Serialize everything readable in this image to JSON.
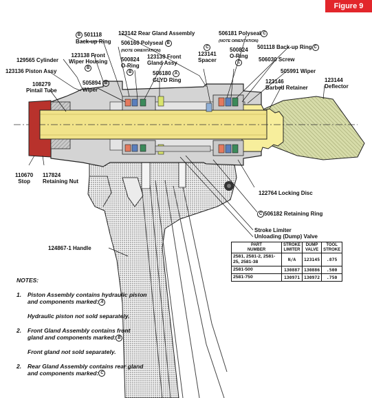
{
  "figure_label": "Figure 9",
  "labels": {
    "l501118a_num": "501118",
    "l501118a_text": "Back-up Ring",
    "l501118a_circle": "B",
    "l129565": "129565 Cylinder",
    "l123136": "123136 Piston Assy",
    "l108279_num": "108279",
    "l108279_text": "Pintail Tube",
    "l123138_num": "123138 Front",
    "l123138_text": "Wiper Housing",
    "l123138_circle": "B",
    "l506160_main": "506160 Polyseal",
    "l506160_sub": "(NOTE ORIENTATION)",
    "l506160_circle": "B",
    "l123142": "123142 Rear Gland Assembly",
    "l123139_num": "123139 Front",
    "l123139_text": "Gland Assy",
    "l500824a_num": "500824",
    "l500824a_text": "O-Ring",
    "l500824a_circle": "B",
    "l505894_num": "505894",
    "l505894_text": "Wiper",
    "l505894_circle": "B",
    "l506180_num": "506180",
    "l506180_circle": "A",
    "l506180_text": "GLYD Ring",
    "l123141_circle": "C",
    "l123141_num": "123141",
    "l123141_text": "Spacer",
    "l506181_main": "506181 Polyseal",
    "l506181_circle": "C",
    "l506181_sub": "(NOTE ORIENTATION)",
    "l500824b_num": "500824",
    "l500824b_text": "O-Ring",
    "l500824b_circle": "C",
    "l501118b": "501118 Back-up Ring",
    "l501118b_circle": "C",
    "l506030": "506030 Screw",
    "l505991": "505991 Wiper",
    "l123146_num": "123146",
    "l123146_text": "Barbed Retainer",
    "l123144_num": "123144",
    "l123144_text": "Deflector",
    "l110670_num": "110670",
    "l110670_text": "Stop",
    "l117824_num": "117824",
    "l117824_text": "Retaining Nut",
    "l122764": "122764 Locking Disc",
    "l506182_circle": "C",
    "l506182": "506182 Retaining Ring",
    "l_stroke_1": "Stroke Limiter",
    "l_stroke_2": "Unloading (Dump) Valve",
    "l124867": "124867-1 Handle"
  },
  "table": {
    "headers": [
      [
        "PART",
        "NUMBER"
      ],
      [
        "STROKE",
        "LIMITER"
      ],
      [
        "DUMP",
        "VALVE"
      ],
      [
        "TOOL",
        "STROKE"
      ]
    ],
    "rows": [
      {
        "part": "2581, 2581-2, 2581-25, 2581-38",
        "limiter": "N/A",
        "valve": "123145",
        "stroke": ".875"
      },
      {
        "part": "2581-500",
        "limiter": "130887",
        "valve": "130886",
        "stroke": ".500"
      },
      {
        "part": "2581-750",
        "limiter": "130971",
        "valve": "130972",
        "stroke": ".750"
      }
    ]
  },
  "notes": {
    "heading": "NOTES:",
    "items": [
      {
        "num": "1.",
        "text": "Piston Assembly contains hydraulic piston and components marked:",
        "circle": "A",
        "sub": "Hydraulic piston not sold separately."
      },
      {
        "num": "2.",
        "text": "Front Gland Assembly contains front gland and components marked:",
        "circle": "B",
        "sub": "Front gland not sold separately."
      },
      {
        "num": "2.",
        "text": "Rear Gland Assembly contains rear gland and components marked:",
        "circle": "C",
        "sub": ""
      }
    ]
  },
  "colors": {
    "accent_red": "#e2262b",
    "nut_red": "#b8322c",
    "tube_yellow": "#f1e38a",
    "retainer_yellow": "#f7ee9c",
    "body_gray": "#d6d6d6",
    "deflector_green": "#cfd6a6"
  }
}
